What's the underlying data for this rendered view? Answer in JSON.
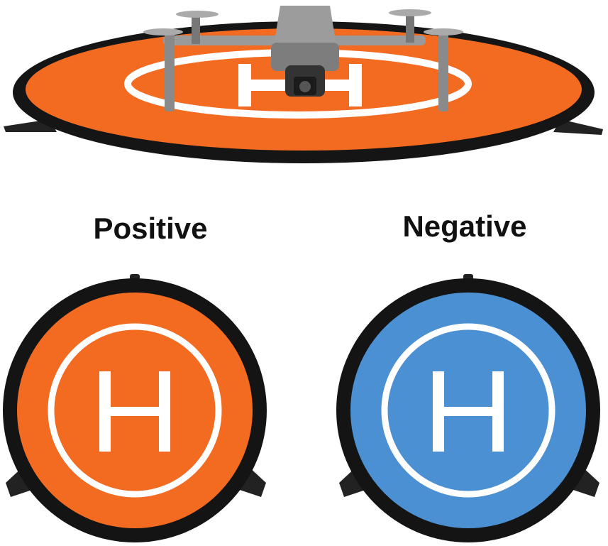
{
  "labels": {
    "positive": "Positive",
    "negative": "Negative"
  },
  "pad_letter": "H",
  "colors": {
    "orange": "#f26b21",
    "blue": "#4a90d2",
    "rim": "#111111",
    "ring": "#ffffff",
    "drone": "#8c8c8c"
  }
}
